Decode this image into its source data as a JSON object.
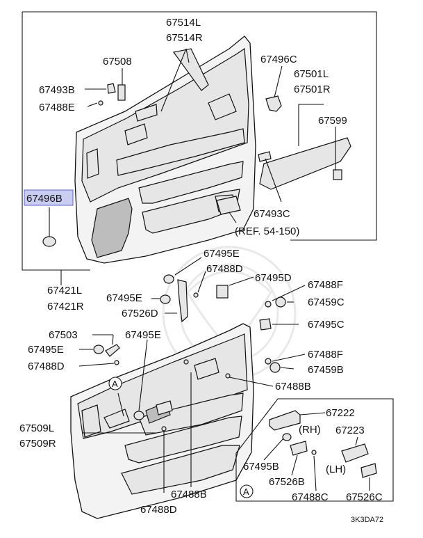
{
  "diagram_code": "3K3DA72",
  "callout_letter": "A",
  "labels": {
    "p67514L": "67514L",
    "p67514R": "67514R",
    "p67508": "67508",
    "p67496C": "67496C",
    "p67501L": "67501L",
    "p67501R": "67501R",
    "p67493B": "67493B",
    "p67488E": "67488E",
    "p67599": "67599",
    "p67496B": "67496B",
    "p67493C": "67493C",
    "ref": "(REF. 54-150)",
    "p67421L": "67421L",
    "p67421R": "67421R",
    "p67495E_1": "67495E",
    "p67488D_1": "67488D",
    "p67495D": "67495D",
    "p67488F_1": "67488F",
    "p67495E_2": "67495E",
    "p67459C": "67459C",
    "p67526D": "67526D",
    "p67495C": "67495C",
    "p67503": "67503",
    "p67495E_3": "67495E",
    "p67495E_4": "67495E",
    "p67488F_2": "67488F",
    "p67488D_2": "67488D",
    "p67459B": "67459B",
    "p67488B_1": "67488B",
    "p67509L": "67509L",
    "p67509R": "67509R",
    "p67222": "67222",
    "rh": "(RH)",
    "p67223": "67223",
    "p67495B": "67495B",
    "lh": "(LH)",
    "p67526B": "67526B",
    "p67488B_2": "67488B",
    "p67488D_3": "67488D",
    "p67488C": "67488C",
    "p67526C": "67526C"
  },
  "highlight": {
    "part": "67496B",
    "color": "#c9cdf2"
  }
}
